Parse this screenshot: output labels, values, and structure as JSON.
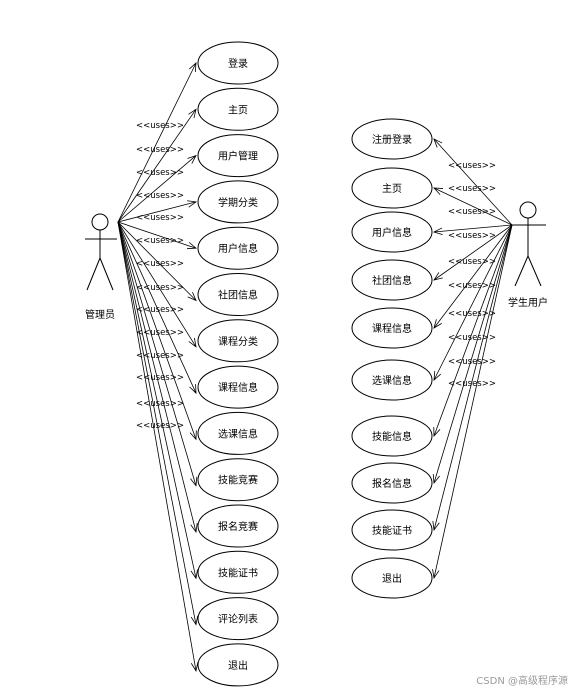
{
  "admin": {
    "name": "管理员",
    "use_cases": [
      "登录",
      "主页",
      "用户管理",
      "学期分类",
      "用户信息",
      "社团信息",
      "课程分类",
      "课程信息",
      "选课信息",
      "技能竞赛",
      "报名竞赛",
      "技能证书",
      "评论列表",
      "退出"
    ]
  },
  "student": {
    "name": "学生用户",
    "use_cases": [
      "注册登录",
      "主页",
      "用户信息",
      "社团信息",
      "课程信息",
      "选课信息",
      "技能信息",
      "报名信息",
      "技能证书",
      "退出"
    ]
  },
  "stereotype": "<<uses>>",
  "watermark": "CSDN @高级程序源"
}
